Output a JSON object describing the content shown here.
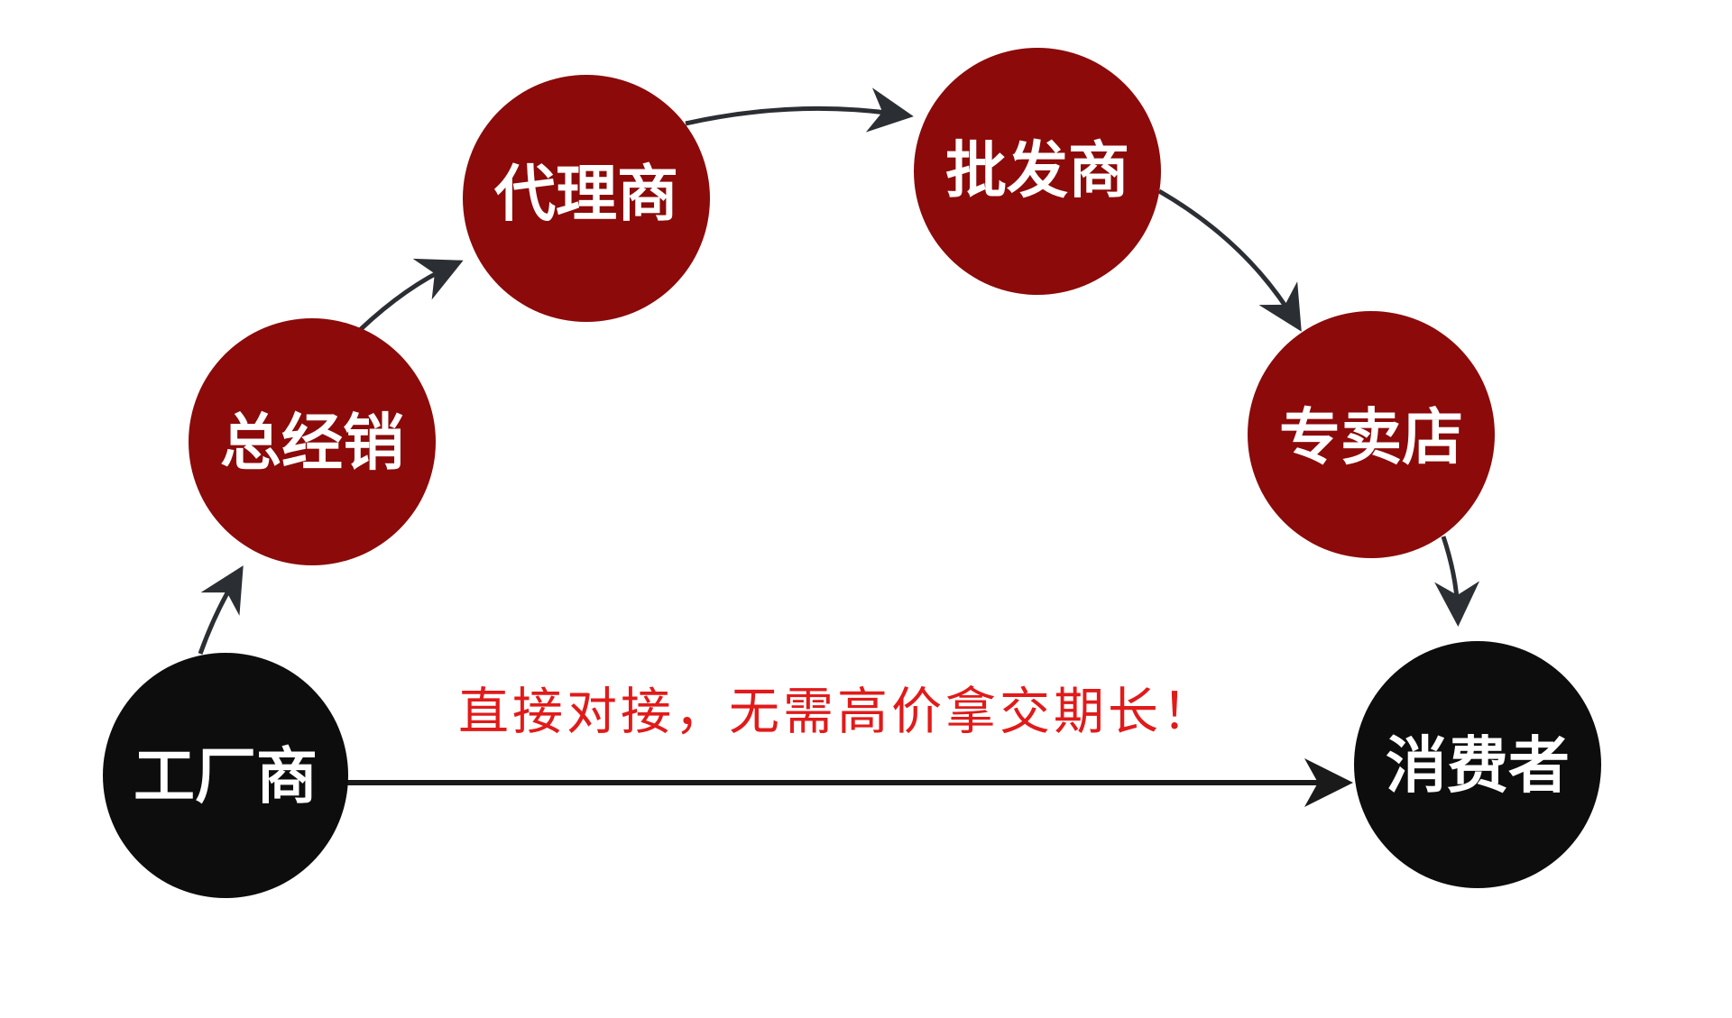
{
  "colors": {
    "intermediary_node": "#8c0a0a",
    "endpoint_node": "#0d0d0d",
    "node_text": "#ffffff",
    "callout_text": "#e11a1a",
    "arrow": "#2b2f33"
  },
  "nodes": {
    "factory": "工厂商",
    "general_distributor": "总经销",
    "agent": "代理商",
    "wholesaler": "批发商",
    "specialty_store": "专卖店",
    "consumer": "消费者"
  },
  "callout": "直接对接，无需高价拿交期长！"
}
